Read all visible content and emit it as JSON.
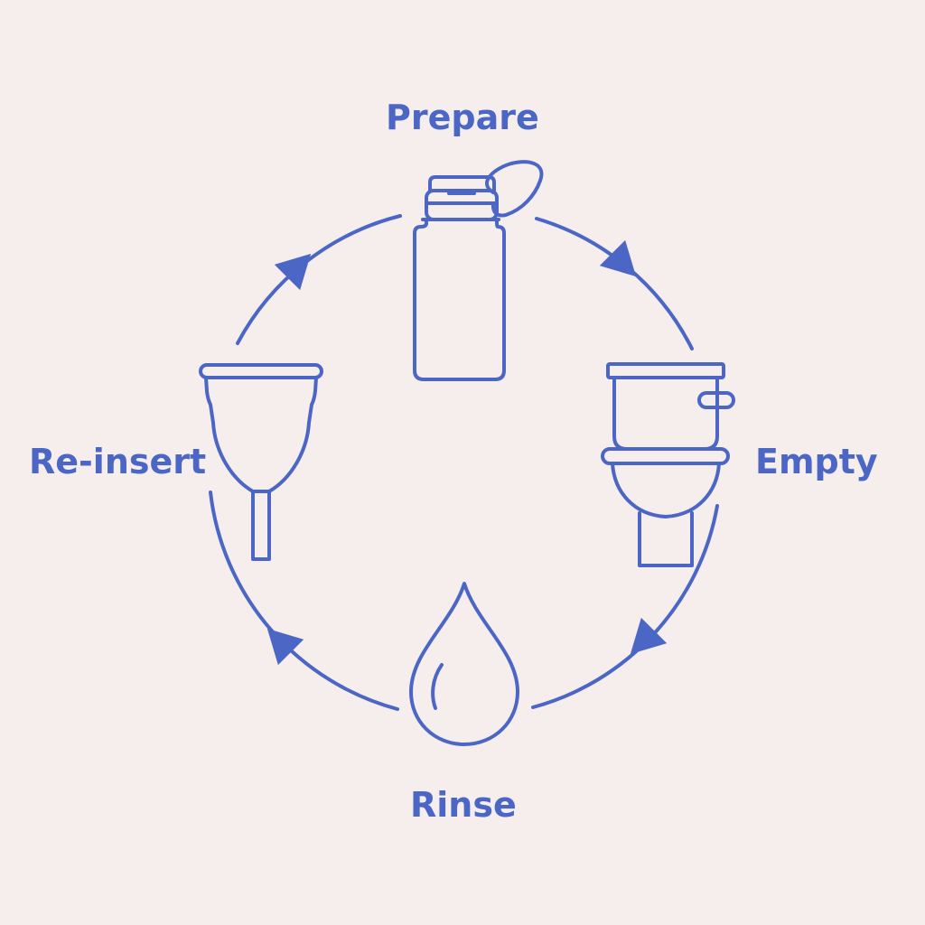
{
  "colors": {
    "background": "#F5EEEC",
    "accent": "#4C66C6"
  },
  "steps": [
    {
      "label": "Prepare",
      "icon": "bottle-icon"
    },
    {
      "label": "Empty",
      "icon": "toilet-icon"
    },
    {
      "label": "Rinse",
      "icon": "water-drop-icon"
    },
    {
      "label": "Re-insert",
      "icon": "menstrual-cup-icon"
    }
  ],
  "cycle_direction": "clockwise"
}
